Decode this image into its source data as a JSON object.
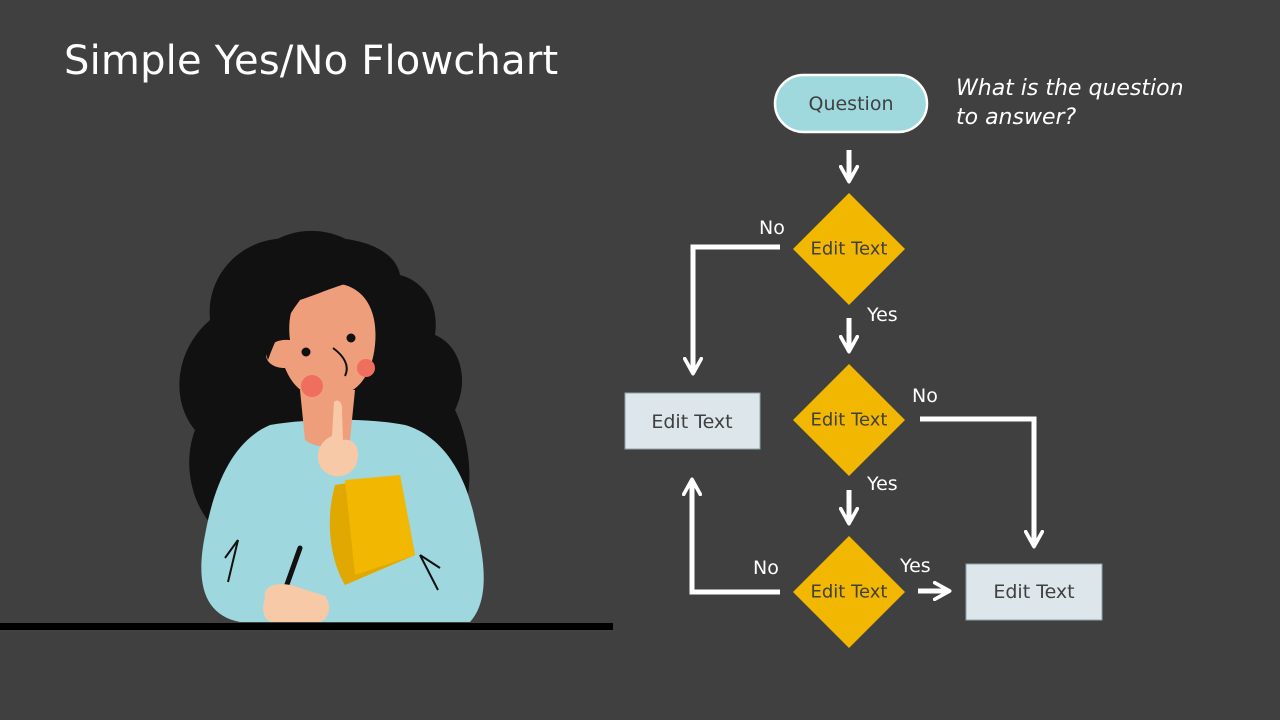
{
  "slide": {
    "title": "Simple Yes/No Flowchart",
    "annotation_lines": [
      "What is the question",
      "to answer?"
    ]
  },
  "flowchart": {
    "start": {
      "label": "Question"
    },
    "decisions": [
      {
        "label": "Edit Text"
      },
      {
        "label": "Edit Text"
      },
      {
        "label": "Edit Text"
      }
    ],
    "outcomes": [
      {
        "label": "Edit Text"
      },
      {
        "label": "Edit Text"
      }
    ],
    "branch_labels": {
      "d1_no": "No",
      "d1_yes": "Yes",
      "d2_no": "No",
      "d2_yes": "Yes",
      "d3_no": "No",
      "d3_yes": "Yes"
    }
  },
  "colors": {
    "background": "#404040",
    "decision": "#F2B700",
    "start": "#9FD9DE",
    "outcome": "#DDE6EA",
    "connector": "#FFFFFF",
    "text_dark": "#404040"
  },
  "illustration": {
    "subject": "woman-thinking-with-notebook",
    "icon": "thinking-woman-icon"
  }
}
